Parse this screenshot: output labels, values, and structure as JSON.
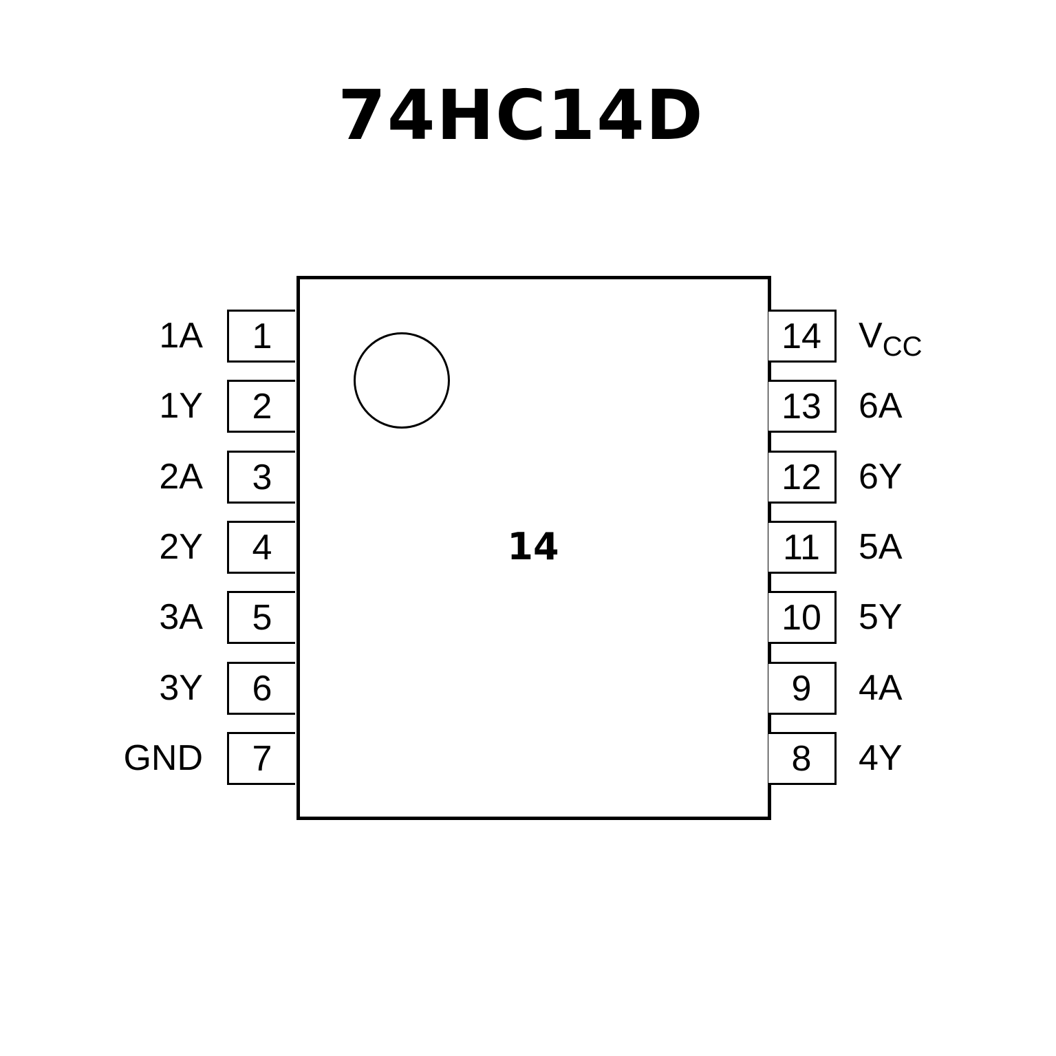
{
  "title": "74HC14D",
  "center_label": "14",
  "left_pins": [
    {
      "number": "1",
      "name": "1A"
    },
    {
      "number": "2",
      "name": "1Y"
    },
    {
      "number": "3",
      "name": "2A"
    },
    {
      "number": "4",
      "name": "2Y"
    },
    {
      "number": "5",
      "name": "3A"
    },
    {
      "number": "6",
      "name": "3Y"
    },
    {
      "number": "7",
      "name": "GND"
    }
  ],
  "right_pins": [
    {
      "number": "14",
      "name": "V",
      "sub": "CC"
    },
    {
      "number": "13",
      "name": "6A"
    },
    {
      "number": "12",
      "name": "6Y"
    },
    {
      "number": "11",
      "name": "5A"
    },
    {
      "number": "10",
      "name": "5Y"
    },
    {
      "number": "9",
      "name": "4A"
    },
    {
      "number": "8",
      "name": "4Y"
    }
  ]
}
